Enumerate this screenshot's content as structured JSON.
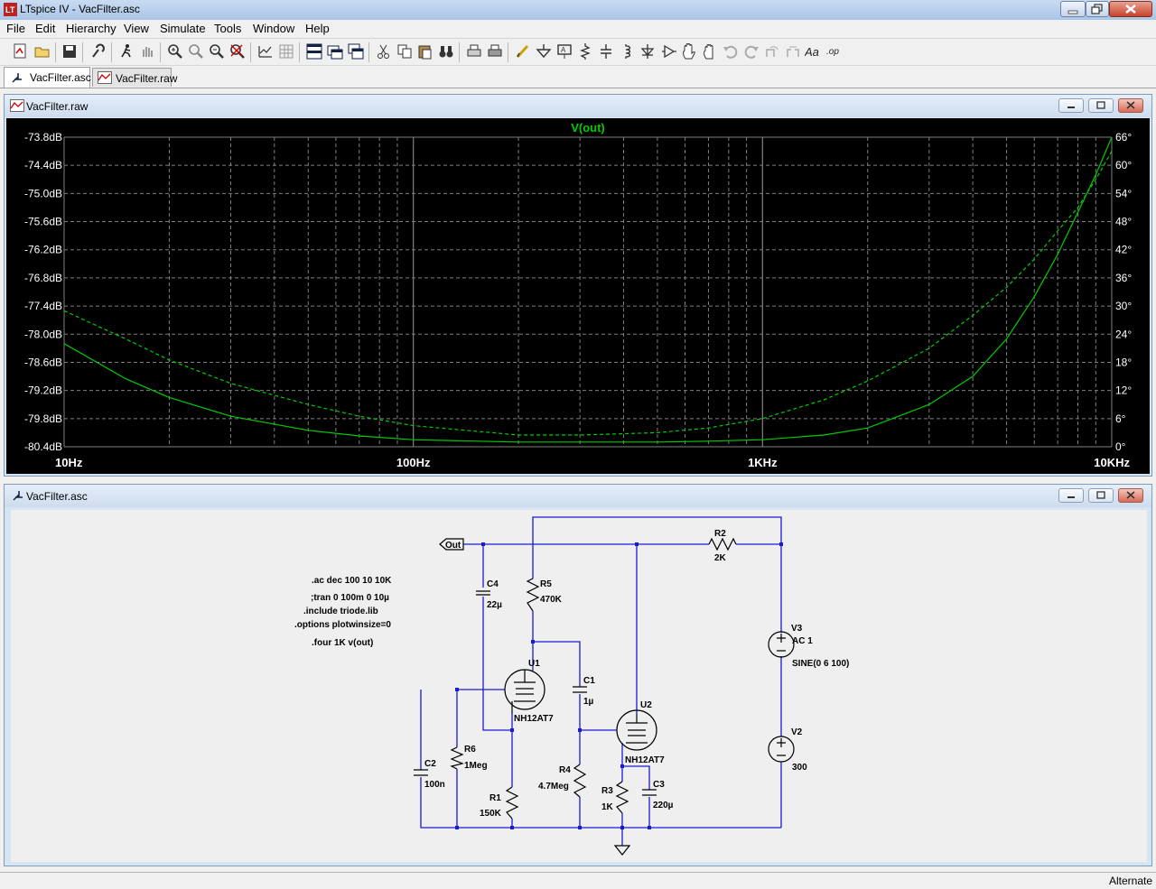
{
  "app": {
    "window_title": "LTspice IV - VacFilter.asc",
    "status": "Alternate"
  },
  "menu": [
    "File",
    "Edit",
    "Hierarchy",
    "View",
    "Simulate",
    "Tools",
    "Window",
    "Help"
  ],
  "toolbar_icons": [
    "new-schematic-icon",
    "open-icon",
    "save-icon",
    "control-panel-icon",
    "run-icon",
    "halt-icon",
    "zoom-in-icon",
    "zoom-out-icon",
    "zoom-fit-icon",
    "zoom-cancel-icon",
    "autorange-icon",
    "grid-icon",
    "tile-horizontal-icon",
    "tile-vertical-icon",
    "cascade-icon",
    "cut-icon",
    "copy-icon",
    "paste-icon",
    "find-icon",
    "print-preview-icon",
    "print-icon",
    "wire-icon",
    "ground-icon",
    "label-icon",
    "resistor-icon",
    "capacitor-icon",
    "inductor-icon",
    "diode-icon",
    "component-icon",
    "move-icon",
    "drag-icon",
    "undo-icon",
    "redo-icon",
    "rotate-icon",
    "mirror-icon",
    "text-icon",
    "spice-directive-icon"
  ],
  "tabs": [
    {
      "label": "VacFilter.asc",
      "icon": "schematic-icon"
    },
    {
      "label": "VacFilter.raw",
      "icon": "waveform-icon"
    }
  ],
  "plot_window": {
    "title": "VacFilter.raw",
    "icon": "waveform-icon",
    "trace_label": "V(out)",
    "colors": {
      "background": "#000000",
      "trace": "#00cc00",
      "grid": "#7f7f7f",
      "axis_text": "#ffffff"
    },
    "left_ticks": [
      "-73.8dB",
      "-74.4dB",
      "-75.0dB",
      "-75.6dB",
      "-76.2dB",
      "-76.8dB",
      "-77.4dB",
      "-78.0dB",
      "-78.6dB",
      "-79.2dB",
      "-79.8dB",
      "-80.4dB"
    ],
    "right_ticks": [
      "66°",
      "60°",
      "54°",
      "48°",
      "42°",
      "36°",
      "30°",
      "24°",
      "18°",
      "12°",
      "6°",
      "0°"
    ],
    "x_ticks": [
      "10Hz",
      "100Hz",
      "1KHz",
      "10KHz"
    ]
  },
  "chart_data": {
    "type": "line",
    "title": "V(out)",
    "x_scale": "log",
    "xlim": [
      10,
      10000
    ],
    "ylim_left": [
      -80.4,
      -73.8
    ],
    "ylim_right": [
      0,
      66
    ],
    "grid": true,
    "series": [
      {
        "name": "V(out)",
        "axis": "left",
        "style": "solid",
        "x": [
          10,
          15,
          20,
          30,
          50,
          70,
          100,
          200,
          300,
          500,
          700,
          1000,
          1500,
          2000,
          3000,
          4000,
          5000,
          6000,
          7000,
          8000,
          9000,
          10000
        ],
        "y": [
          -78.2,
          -78.95,
          -79.35,
          -79.75,
          -80.05,
          -80.17,
          -80.25,
          -80.3,
          -80.3,
          -80.3,
          -80.28,
          -80.25,
          -80.15,
          -80.0,
          -79.5,
          -78.9,
          -78.1,
          -77.2,
          -76.3,
          -75.4,
          -74.6,
          -73.8
        ]
      },
      {
        "name": "V(out) phase",
        "axis": "right",
        "style": "dashed",
        "x": [
          10,
          15,
          20,
          30,
          50,
          70,
          100,
          200,
          300,
          500,
          700,
          1000,
          1500,
          2000,
          3000,
          4000,
          5000,
          6000,
          7000,
          8000,
          9000,
          10000
        ],
        "y": [
          29,
          23,
          18.5,
          13.5,
          9,
          6.5,
          4.5,
          2.5,
          2.5,
          3,
          4,
          6,
          10,
          14,
          21,
          28,
          34,
          40,
          46,
          51,
          57,
          63
        ]
      }
    ]
  },
  "schematic_window": {
    "title": "VacFilter.asc",
    "icon": "schematic-icon",
    "directives": [
      ".ac dec 100 10 10K",
      ";tran 0 100m 0 10µ",
      ".include triode.lib",
      ".options plotwinsize=0",
      ".four 1K v(out)"
    ],
    "net_label": "Out",
    "components": {
      "r2": {
        "ref": "R2",
        "value": "2K"
      },
      "r5": {
        "ref": "R5",
        "value": "470K"
      },
      "c4": {
        "ref": "C4",
        "value": "22µ"
      },
      "c1": {
        "ref": "C1",
        "value": "1µ"
      },
      "u1": {
        "ref": "U1",
        "value": "NH12AT7"
      },
      "u2": {
        "ref": "U2",
        "value": "NH12AT7"
      },
      "r6": {
        "ref": "R6",
        "value": "1Meg"
      },
      "c2": {
        "ref": "C2",
        "value": "100n"
      },
      "r1": {
        "ref": "R1",
        "value": "150K"
      },
      "r4": {
        "ref": "R4",
        "value": "4.7Meg"
      },
      "r3": {
        "ref": "R3",
        "value": "1K"
      },
      "c3": {
        "ref": "C3",
        "value": "220µ"
      },
      "v3": {
        "ref": "V3",
        "value": "AC 1",
        "value2": "SINE(0 6 100)"
      },
      "v2": {
        "ref": "V2",
        "value": "300"
      }
    }
  }
}
